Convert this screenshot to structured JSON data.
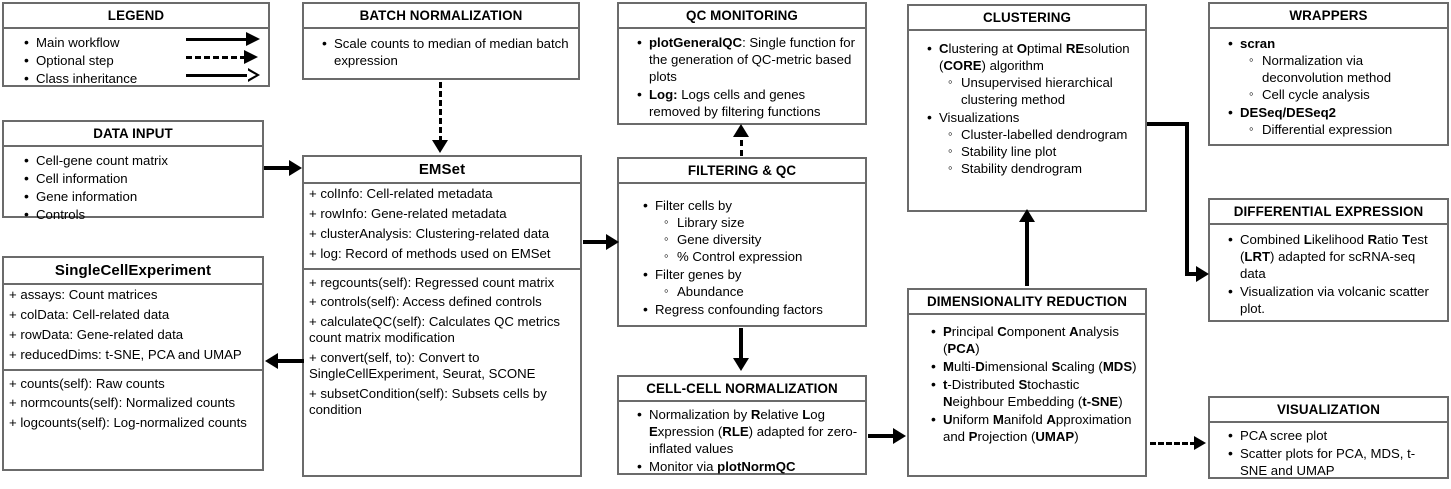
{
  "legend": {
    "title": "LEGEND",
    "items": [
      {
        "label": "Main workflow",
        "style": "solid-arrow"
      },
      {
        "label": "Optional step",
        "style": "dashed-arrow"
      },
      {
        "label": "Class inheritance",
        "style": "hollow-arrow"
      }
    ]
  },
  "data_input": {
    "title": "DATA INPUT",
    "items": [
      "Cell-gene count matrix",
      "Cell information",
      "Gene information",
      "Controls"
    ]
  },
  "single_cell_experiment": {
    "title": "SingleCellExperiment",
    "attributes": [
      "+ assays: Count matrices",
      "+ colData: Cell-related data",
      "+ rowData: Gene-related data",
      "+ reducedDims: t-SNE, PCA and UMAP"
    ],
    "methods": [
      "+ counts(self): Raw counts",
      "+ normcounts(self): Normalized counts",
      "+ logcounts(self): Log-normalized counts"
    ]
  },
  "batch_normalization": {
    "title": "BATCH NORMALIZATION",
    "items": [
      "Scale counts to median of median batch expression"
    ]
  },
  "emset": {
    "title": "EMSet",
    "attributes": [
      "+ colInfo: Cell-related metadata",
      "+ rowInfo: Gene-related metadata",
      "+ clusterAnalysis: Clustering-related data",
      "+ log: Record of methods used on EMSet"
    ],
    "methods": [
      "+ regcounts(self): Regressed count matrix",
      "+ controls(self): Access defined controls",
      "+ calculateQC(self): Calculates QC metrics count matrix modification",
      "+ convert(self, to): Convert to SingleCellExperiment, Seurat, SCONE",
      "+ subsetCondition(self): Subsets cells by condition"
    ]
  },
  "qc_monitoring": {
    "title": "QC MONITORING",
    "items": [
      {
        "strong": "plotGeneralQC",
        "rest": ": Single function for the generation of QC-metric based plots"
      },
      {
        "strong": "Log:",
        "rest": " Logs cells and genes removed by filtering functions"
      }
    ]
  },
  "filtering_qc": {
    "title": "FILTERING & QC",
    "items": [
      {
        "label": "Filter cells by",
        "sub": [
          "Library size",
          "Gene diversity",
          "% Control expression"
        ]
      },
      {
        "label": "Filter genes by",
        "sub": [
          "Abundance"
        ]
      },
      {
        "label": "Regress confounding factors",
        "sub": []
      }
    ]
  },
  "cell_cell_normalization": {
    "title": "CELL-CELL NORMALIZATION",
    "items": [
      "Normalization by <b>R</b>elative <b>L</b>og <b>E</b>xpression (<b>RLE</b>) adapted for zero-inflated values",
      "Monitor via <b>plotNormQC</b>"
    ]
  },
  "clustering": {
    "title": "CLUSTERING",
    "items": [
      {
        "label": "<b>C</b>lustering at <b>O</b>ptimal <b>RE</b>solution (<b>CORE</b>) algorithm",
        "sub": [
          "Unsupervised hierarchical clustering method"
        ]
      },
      {
        "label": "Visualizations",
        "sub": [
          "Cluster-labelled dendrogram",
          "Stability line plot",
          "Stability dendrogram"
        ]
      }
    ]
  },
  "dimensionality_reduction": {
    "title": "DIMENSIONALITY REDUCTION",
    "items": [
      "<b>P</b>rincipal <b>C</b>omponent <b>A</b>nalysis (<b>PCA</b>)",
      "<b>M</b>ulti-<b>D</b>imensional <b>S</b>caling (<b>MDS</b>)",
      "<b>t</b>-Distributed <b>S</b>tochastic <b>N</b>eighbour Embedding (<b>t-SNE</b>)",
      "<b>U</b>niform <b>M</b>anifold <b>A</b>pproximation and <b>P</b>rojection (<b>UMAP</b>)"
    ]
  },
  "wrappers": {
    "title": "WRAPPERS",
    "items": [
      {
        "label": "<b>scran</b>",
        "sub": [
          "Normalization via deconvolution method",
          "Cell cycle analysis"
        ]
      },
      {
        "label": "<b>DESeq/DESeq2</b>",
        "sub": [
          "Differential expression"
        ]
      }
    ]
  },
  "differential_expression": {
    "title": "DIFFERENTIAL EXPRESSION",
    "items": [
      "Combined <b>L</b>ikelihood <b>R</b>atio <b>T</b>est (<b>LRT</b>) adapted for scRNA-seq data",
      "Visualization via volcanic scatter plot."
    ]
  },
  "visualization": {
    "title": "VISUALIZATION",
    "items": [
      "PCA scree plot",
      "Scatter plots for PCA, MDS, t-SNE and UMAP"
    ]
  },
  "colors": {
    "border": "#6b6b6b",
    "line": "#000000",
    "background": "#ffffff"
  }
}
